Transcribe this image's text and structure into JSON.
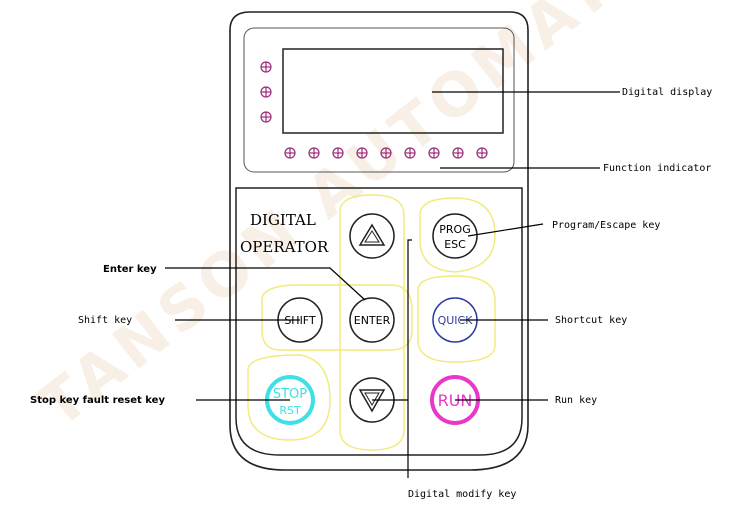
{
  "watermark": "TANSON AUTOMATION",
  "panel": {
    "title_line1": "DIGITAL",
    "title_line2": "OPERATOR",
    "display_leds": 3,
    "indicator_leds": 9
  },
  "keys": {
    "prog": "PROG",
    "esc": "ESC",
    "shift": "SHIFT",
    "enter": "ENTER",
    "quick": "QUICK",
    "stop": "STOP",
    "rst": "RST",
    "run": "RUN",
    "up_symbol": "▲",
    "down_symbol": "▽"
  },
  "labels": {
    "digital_display": "Digital display",
    "function_indicator": "Function indicator",
    "program_escape": "Program/Escape key",
    "enter_key": "Enter key",
    "shift_key": "Shift key",
    "shortcut_key": "Shortcut key",
    "stop_key": "Stop key fault reset key",
    "run_key": "Run key",
    "digital_modify": "Digital modify key"
  },
  "colors": {
    "outline": "#222222",
    "highlight": "#f2ea7a",
    "stop": "#3de0e6",
    "run": "#e838c9",
    "quick": "#2e3aa0"
  }
}
